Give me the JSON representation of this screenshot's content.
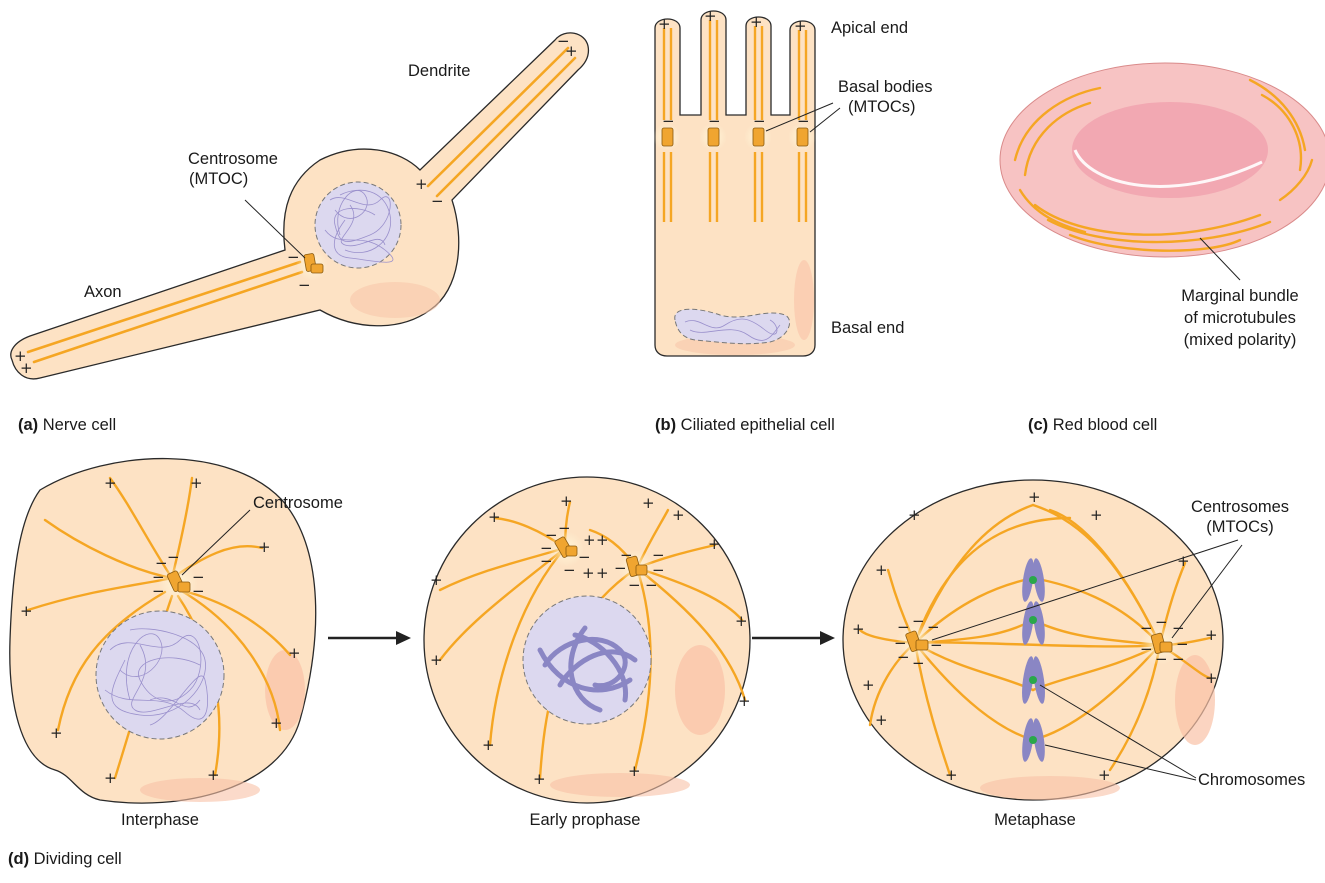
{
  "panels": {
    "a": {
      "letter": "(a)",
      "caption": "Nerve cell",
      "labels": {
        "dendrite": "Dendrite",
        "centrosome_l1": "Centrosome",
        "centrosome_l2": "(MTOC)",
        "axon": "Axon"
      }
    },
    "b": {
      "letter": "(b)",
      "caption": "Ciliated epithelial cell",
      "labels": {
        "apical": "Apical end",
        "basal_bodies_l1": "Basal bodies",
        "basal_bodies_l2": "(MTOCs)",
        "basal_end": "Basal end"
      }
    },
    "c": {
      "letter": "(c)",
      "caption": "Red blood cell",
      "labels": {
        "marginal_l1": "Marginal bundle",
        "marginal_l2": "of microtubules",
        "marginal_l3": "(mixed polarity)"
      }
    },
    "d": {
      "letter": "(d)",
      "caption": "Dividing cell",
      "labels": {
        "centrosome": "Centrosome",
        "centrosomes_l1": "Centrosomes",
        "centrosomes_l2": "(MTOCs)",
        "chromosomes": "Chromosomes"
      },
      "stages": [
        "Interphase",
        "Early prophase",
        "Metaphase"
      ]
    }
  },
  "polarity": {
    "plus": "+",
    "minus": "−"
  },
  "colors": {
    "cytoplasm": "#fde2c4",
    "cytoplasm_shade": "#f9c2a6",
    "outline": "#2a2a2a",
    "microtubule": "#f5a623",
    "centrosome": "#f0a530",
    "nucleus": "#dcd8ef",
    "chromatin": "#9a90cc",
    "chromosome": "#8a86c4",
    "kinetochore": "#2aa84a",
    "rbc": "#f7c3c3",
    "rbc_center": "#f0a8b0"
  }
}
